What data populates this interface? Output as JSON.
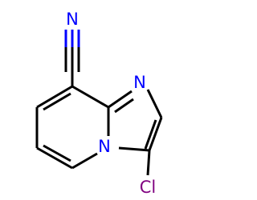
{
  "molecule": {
    "atoms": {
      "n_nitrile": {
        "symbol": "N",
        "color": "#0000ff"
      },
      "n_ring": {
        "symbol": "N",
        "color": "#0000ff"
      },
      "n_bridge": {
        "symbol": "N",
        "color": "#0000ff"
      },
      "cl": {
        "symbol": "Cl",
        "color": "#800080"
      }
    },
    "bond_color": "#000000"
  }
}
